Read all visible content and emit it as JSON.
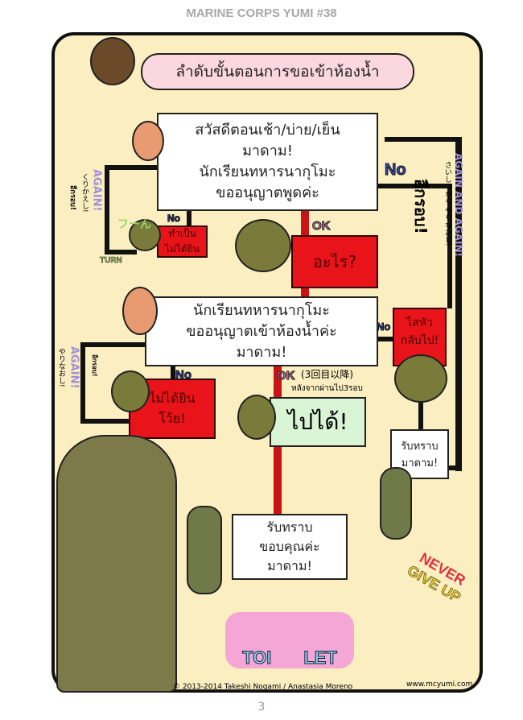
{
  "header": "MARINE CORPS YUMI #38",
  "title": "ลำดับขั้นตอนการขอเข้าห้องน้ำ",
  "box1": [
    "สวัสดีตอนเช้า/บ่าย/เย็น",
    "มาดาม!",
    "นักเรียนทหารนากุโมะ",
    "ขออนุญาตพูดค่ะ"
  ],
  "red1": [
    "ทำเป็น",
    "ไม่ได้ยิน"
  ],
  "red2": "อะไร?",
  "box2": [
    "นักเรียนทหารนากุโมะ",
    "ขออนุญาตเข้าห้องน้ำค่ะ",
    "มาดาม!"
  ],
  "red3": [
    "ไม่ได้ยิน",
    "โว้ย!"
  ],
  "red4": [
    "ไสหัว",
    "กลับไป!"
  ],
  "green": "ไปได้!",
  "ack1": [
    "รับทราบ",
    "มาดาม!"
  ],
  "ack2": [
    "รับทราบ",
    "ขอบคุณค่ะ",
    "มาดาม!"
  ],
  "labels": {
    "no": "No",
    "ok": "OK",
    "ok_note": "(3回目以降)",
    "ok_note_th": "หลังจากผ่านไป3รอบ",
    "turn": "TURN",
    "turn_jp": "フーん",
    "again": "AGAIN!",
    "again_jp": "くりかえし!",
    "again2_jp": "やりなおし!",
    "again_th": "อีกรอบ!",
    "again_and_again": "AGAIN AND AGAIN!",
    "again_and_again_jp": "さいしょから やりなおし!",
    "again_th_big": "อีกรอบ!"
  },
  "toilet": [
    "TOI",
    "LET"
  ],
  "paper": [
    "NEVER",
    "GIVE UP"
  ],
  "footer": {
    "copyright": "© 2013-2014 Takeshi Nogami / Anastasia Moreno",
    "site": "www.mcyumi.com",
    "page": "3"
  }
}
